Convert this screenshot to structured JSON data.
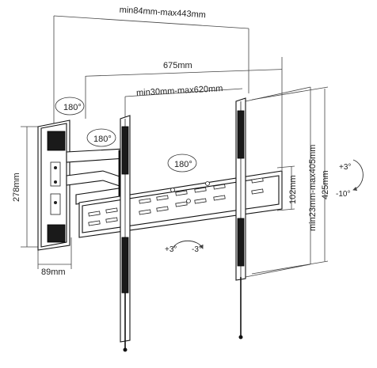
{
  "dimensions": {
    "arm_length": "min84mm-max443mm",
    "overall_width": "675mm",
    "rail_spacing": "min30mm-max620mm",
    "plate_height": "278mm",
    "plate_depth": "89mm",
    "rail_height_adj": "min23mm-max405mm",
    "overall_height": "425mm",
    "bracket_height": "102mm"
  },
  "rotation": {
    "swivel_outer": "180°",
    "swivel_mid": "180°",
    "swivel_inner": "180°"
  },
  "tilt": {
    "side_up": "+3°",
    "side_down": "-10°",
    "level_plus": "+3°",
    "level_minus": "-3°"
  }
}
